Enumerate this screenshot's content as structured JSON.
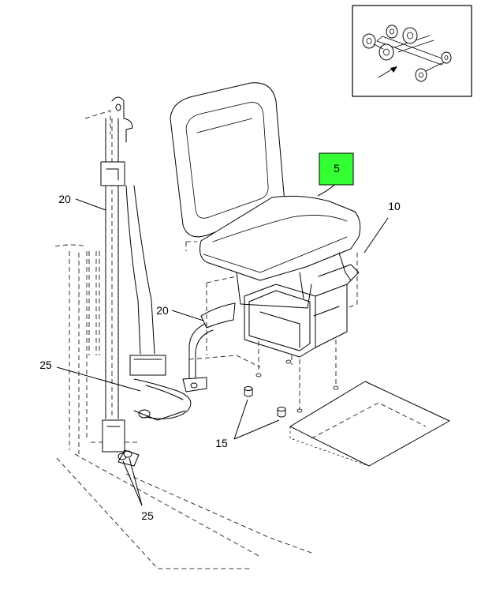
{
  "callouts": {
    "seat": "5",
    "bracket": "10",
    "fasteners": "15",
    "upper_belt": "20",
    "lower_belt": "20",
    "belt_anchor": "25",
    "floor_bolts": "25"
  },
  "colors": {
    "highlight": "#33ff33",
    "line": "#000000",
    "background": "#ffffff"
  }
}
